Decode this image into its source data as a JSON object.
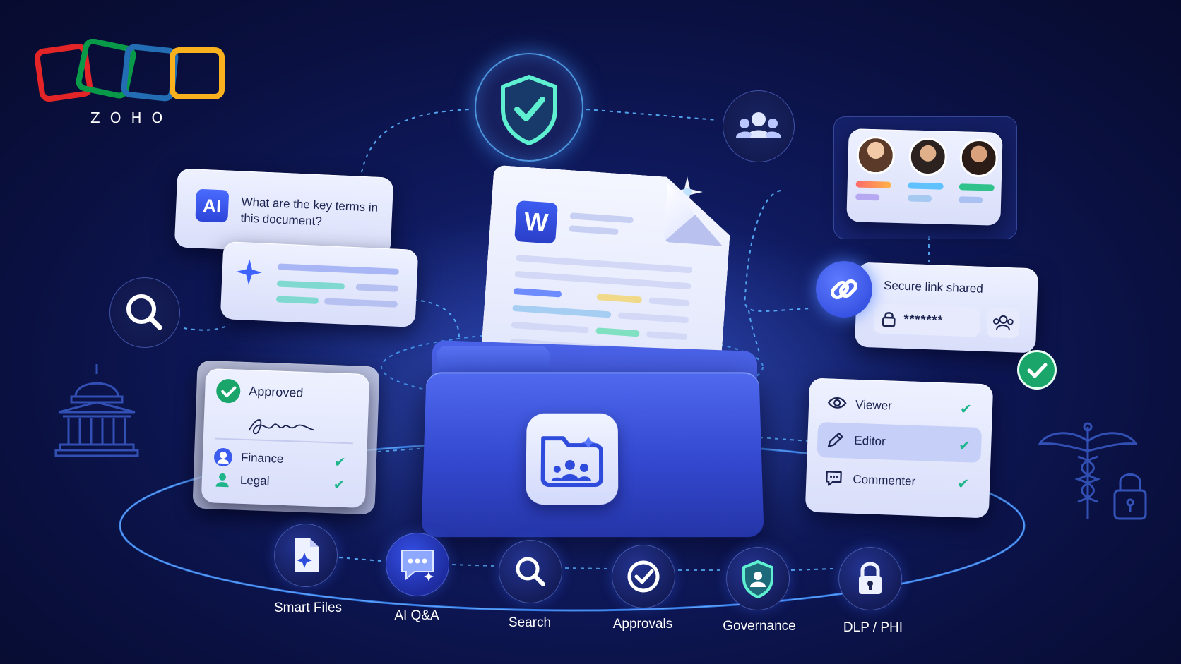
{
  "brand": {
    "name": "ZOHO",
    "colors": [
      "#e42527",
      "#089949",
      "#226db4",
      "#f9b21d"
    ]
  },
  "ai_card": {
    "badge": "AI",
    "question": "What are the key terms in this document?"
  },
  "document": {
    "badge": "W"
  },
  "share_card": {
    "title": "Secure link shared",
    "password_mask": "*******"
  },
  "approval_card": {
    "status": "Approved",
    "rows": [
      {
        "label": "Finance"
      },
      {
        "label": "Legal"
      }
    ]
  },
  "permissions_card": {
    "items": [
      {
        "label": "Viewer",
        "icon": "eye-icon"
      },
      {
        "label": "Editor",
        "icon": "pencil-icon",
        "selected": true
      },
      {
        "label": "Commenter",
        "icon": "comment-icon"
      }
    ]
  },
  "features": [
    {
      "label": "Smart Files",
      "icon": "smart-file-icon"
    },
    {
      "label": "AI Q&A",
      "icon": "chat-icon"
    },
    {
      "label": "Search",
      "icon": "search-icon"
    },
    {
      "label": "Approvals",
      "icon": "check-circle-icon"
    },
    {
      "label": "Governance",
      "icon": "shield-user-icon"
    },
    {
      "label": "DLP / PHI",
      "icon": "lock-icon"
    }
  ],
  "accent_colors": {
    "primary": "#3350e0",
    "green": "#1eb58a",
    "cyan": "#5ad8ff"
  }
}
